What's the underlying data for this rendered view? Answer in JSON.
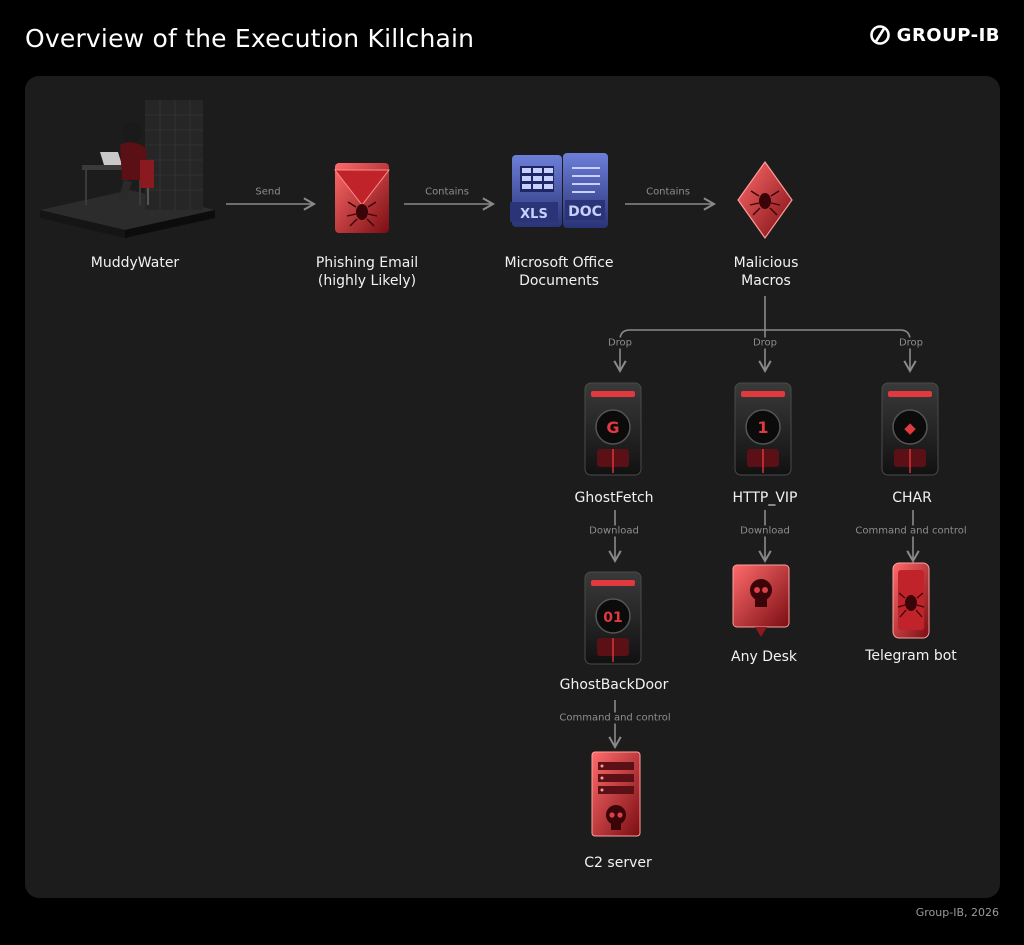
{
  "header": {
    "title": "Overview of the Execution Killchain",
    "brand": "GROUP-IB"
  },
  "footer": {
    "credit": "Group-IB, 2026"
  },
  "colors": {
    "accent": "#e0393e",
    "background": "#1c1c1c",
    "line": "#8a8a8a"
  },
  "nodes": {
    "muddywater": {
      "label": "MuddyWater",
      "icon": "hacker-desk-icon"
    },
    "phishing": {
      "label": "Phishing Email\n(highly Likely)",
      "icon": "envelope-spider-icon"
    },
    "office": {
      "label": "Microsoft Office\nDocuments",
      "icon": "xls-doc-files-icon"
    },
    "macros": {
      "label": "Malicious\nMacros",
      "icon": "diamond-spider-icon"
    },
    "ghostfetch": {
      "label": "GhostFetch",
      "icon": "malware-device-icon"
    },
    "httpvip": {
      "label": "HTTP_VIP",
      "icon": "malware-device-icon"
    },
    "char": {
      "label": "CHAR",
      "icon": "malware-device-icon"
    },
    "ghostbackdoor": {
      "label": "GhostBackDoor",
      "icon": "malware-device-icon"
    },
    "anydesk": {
      "label": "Any Desk",
      "icon": "skull-monitor-icon"
    },
    "telegram": {
      "label": "Telegram bot",
      "icon": "phone-spider-icon"
    },
    "c2": {
      "label": "C2 server",
      "icon": "server-skull-icon"
    }
  },
  "edges": {
    "send": "Send",
    "contains1": "Contains",
    "contains2": "Contains",
    "drop1": "Drop",
    "drop2": "Drop",
    "drop3": "Drop",
    "download1": "Download",
    "download2": "Download",
    "cc1": "Command and control",
    "cc2": "Command and control"
  },
  "device_glyphs": {
    "ghostfetch": "G",
    "httpvip": "1",
    "char": "◆",
    "ghostbackdoor": "01"
  },
  "file_badges": {
    "xls": "XLS",
    "doc": "DOC"
  }
}
